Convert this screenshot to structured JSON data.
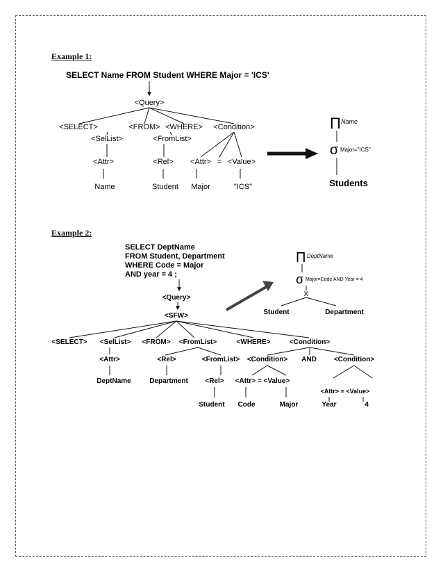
{
  "example1": {
    "heading": "Example 1:",
    "query": "SELECT Name FROM Student WHERE Major = 'ICS'",
    "tree": {
      "query": "<Query>",
      "select": "<SELECT>",
      "sellist": "<SelList>",
      "attr": "<Attr>",
      "name": "Name",
      "from": "<FROM>",
      "fromlist": "<FromList>",
      "rel": "<Rel>",
      "student": "Student",
      "where": "<WHERE>",
      "condition": "<Condition>",
      "cond_attr": "<Attr>",
      "eq": "=",
      "value": "<Value>",
      "major": "Major",
      "ics": "\"ICS\""
    },
    "algebra": {
      "pi": "Π",
      "pi_sub": "Name",
      "sigma": "σ",
      "sigma_sub": "Major=\"ICS\"",
      "relation": "Students"
    }
  },
  "example2": {
    "heading": "Example 2:",
    "query_lines": [
      "SELECT DeptName",
      "FROM Student, Department",
      "WHERE Code = Major",
      "AND year = 4 ;"
    ],
    "tree": {
      "query": "<Query>",
      "sfw": "<SFW>",
      "select": "<SELECT>",
      "sellist": "<SelList>",
      "from": "<FROM>",
      "fromlist": "<FromList>",
      "where": "<WHERE>",
      "condition": "<Condition>",
      "attr": "<Attr>",
      "deptname": "DeptName",
      "rel": "<Rel>",
      "department": "Department",
      "fromlist2": "<FromList>",
      "rel2": "<Rel>",
      "student": "Student",
      "cond_left": "<Condition>",
      "and": "AND",
      "cond_right": "<Condition>",
      "attr_eq_value_left": "<Attr> = <Value>",
      "code": "Code",
      "major": "Major",
      "attr_eq_value_right": "<Attr> = <Value>",
      "year": "Year",
      "four": "4"
    },
    "algebra": {
      "pi": "Π",
      "pi_sub": "DeptName",
      "sigma": "σ",
      "sigma_sub": "Major=Code AND Year = 4",
      "cross": "X",
      "left": "Student",
      "right": "Department"
    }
  }
}
